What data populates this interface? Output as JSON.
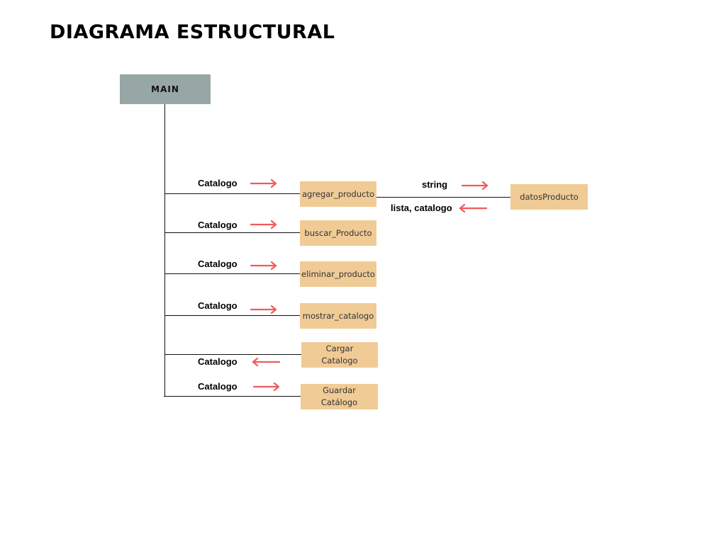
{
  "title": "DIAGRAMA ESTRUCTURAL",
  "main": {
    "label": "MAIN"
  },
  "functions": [
    {
      "label": "agregar_producto",
      "param": "Catalogo",
      "direction": "in"
    },
    {
      "label": "buscar_Producto",
      "param": "Catalogo",
      "direction": "in"
    },
    {
      "label": "eliminar_producto",
      "param": "Catalogo",
      "direction": "in"
    },
    {
      "label": "mostrar_catalogo",
      "param": "Catalogo",
      "direction": "in"
    },
    {
      "label": "Cargar Catalogo",
      "param": "Catalogo",
      "direction": "out"
    },
    {
      "label": "Guardar Catálogo",
      "param": "Catalogo",
      "direction": "in"
    }
  ],
  "sub_function": {
    "label": "datosProducto",
    "param_in": "string",
    "param_out": "lista, catalogo"
  },
  "colors": {
    "main_box": "#97a7a5",
    "function_box": "#f0cb96",
    "arrow": "#f05b5b"
  }
}
